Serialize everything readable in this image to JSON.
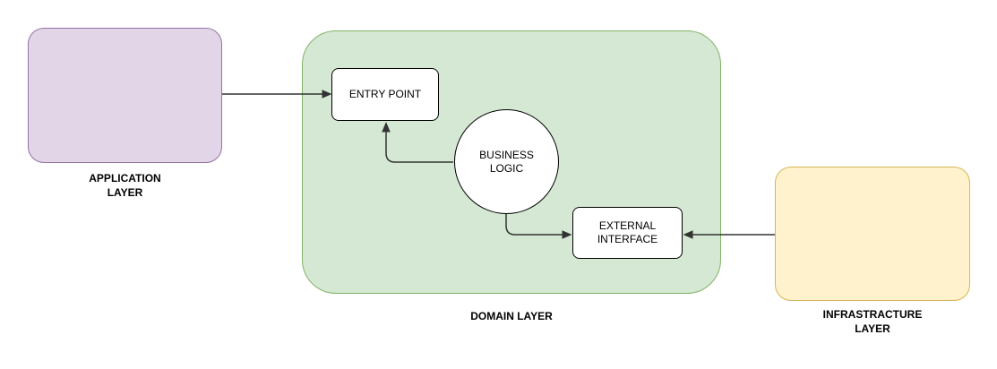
{
  "diagram": {
    "background": "#ffffff",
    "edge_color": "#333333",
    "layers": {
      "application": {
        "label": "APPLICATION\nLAYER",
        "fill": "#E1D5E7",
        "stroke": "#9673A6"
      },
      "domain": {
        "label": "DOMAIN LAYER",
        "fill": "#D5E8D4",
        "stroke": "#82B366"
      },
      "infrastructure": {
        "label": "INFRASTRACTURE\nLAYER",
        "fill": "#FFF2CC",
        "stroke": "#D6B656"
      }
    },
    "nodes": {
      "entry_point": {
        "label": "ENTRY POINT",
        "shape": "rounded-rectangle",
        "fill": "#FFFFFF",
        "stroke": "#000000"
      },
      "business_logic": {
        "label": "BUSINESS\nLOGIC",
        "shape": "circle",
        "fill": "#FFFFFF",
        "stroke": "#000000"
      },
      "external_interface": {
        "label": "EXTERNAL\nINTERFACE",
        "shape": "rounded-rectangle",
        "fill": "#FFFFFF",
        "stroke": "#000000"
      }
    },
    "edges": [
      {
        "from": "application-layer",
        "to": "entry-point",
        "arrow": "into entry-point left side"
      },
      {
        "from": "business-logic",
        "to": "entry-point",
        "arrow": "elbow up into entry-point bottom"
      },
      {
        "from": "business-logic",
        "to": "external-interface",
        "arrow": "elbow right into external-interface left side"
      },
      {
        "from": "infrastructure-layer",
        "to": "external-interface",
        "arrow": "into external-interface right side"
      }
    ]
  }
}
